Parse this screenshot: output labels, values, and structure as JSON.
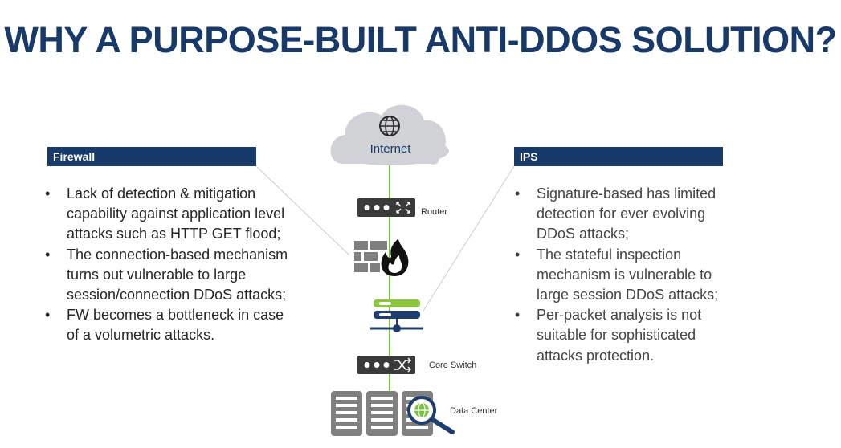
{
  "title": "WHY A PURPOSE-BUILT ANTI-DDOS SOLUTION?",
  "firewall": {
    "heading": "Firewall",
    "items": [
      "Lack of detection & mitigation capability against application level attacks such as HTTP GET flood;",
      "The connection-based mechanism turns out vulnerable to large session/connection DDoS attacks;",
      "FW becomes a bottleneck in case of a volumetric attacks."
    ]
  },
  "ips": {
    "heading": "IPS",
    "items": [
      "Signature-based has limited detection for ever evolving DDoS attacks;",
      "The stateful inspection mechanism is vulnerable to large session DDoS attacks;",
      "Per-packet analysis is not suitable for sophisticated attacks protection."
    ]
  },
  "diagram": {
    "internet_label": "Internet",
    "router_label": "Router",
    "core_switch_label": "Core Switch",
    "data_center_label": "Data Center"
  },
  "colors": {
    "title": "#173a6b",
    "header_bg": "#173a6b",
    "link_line": "#7ac143",
    "cloud": "#d0d2d5",
    "device": "#3a3a3a",
    "ips_green": "#8cc63f"
  }
}
